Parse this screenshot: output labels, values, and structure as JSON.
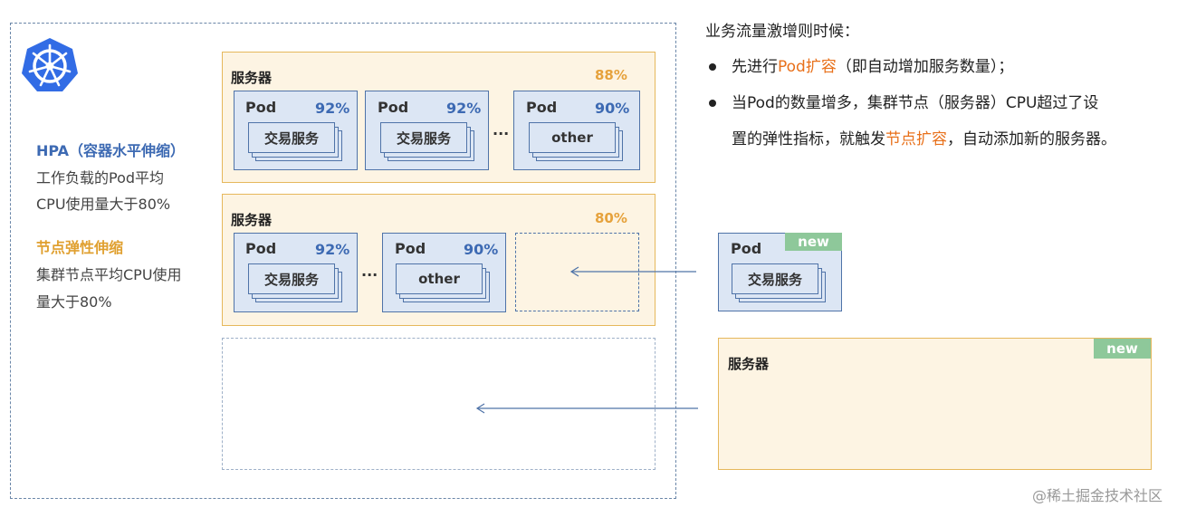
{
  "left_panel": {
    "hpa_title": "HPA（容器水平伸缩）",
    "hpa_line1": "工作负载的Pod平均",
    "hpa_line2": "CPU使用量大于80%",
    "node_title": "节点弹性伸缩",
    "node_line1": "集群节点平均CPU使用",
    "node_line2": "量大于80%"
  },
  "server1": {
    "title": "服务器",
    "usage": "88%",
    "pods": [
      {
        "label": "Pod",
        "cpu": "92%",
        "service": "交易服务"
      },
      {
        "label": "Pod",
        "cpu": "92%",
        "service": "交易服务"
      },
      {
        "label": "Pod",
        "cpu": "90%",
        "service": "other"
      }
    ],
    "ellipsis": "···"
  },
  "server2": {
    "title": "服务器",
    "usage": "80%",
    "pods": [
      {
        "label": "Pod",
        "cpu": "92%",
        "service": "交易服务"
      },
      {
        "label": "Pod",
        "cpu": "90%",
        "service": "other"
      }
    ],
    "ellipsis": "···"
  },
  "new_pod": {
    "label": "Pod",
    "badge": "new",
    "service": "交易服务"
  },
  "new_server": {
    "title": "服务器",
    "badge": "new"
  },
  "right_text": {
    "heading": "业务流量激增则时候：",
    "b1_pre": "先进行",
    "b1_hl": "Pod扩容",
    "b1_post": "（即自动增加服务数量）；",
    "b2_line1": "当Pod的数量增多，集群节点（服务器）CPU超过了设",
    "b2_pre": "置的弹性指标，就触发",
    "b2_hl": "节点扩容",
    "b2_post": "，自动添加新的服务器。"
  },
  "watermark": "@稀土掘金技术社区",
  "colors": {
    "pod_fill": "#dce6f4",
    "pod_border": "#4f73a8",
    "server_fill": "#fdf4e3",
    "server_border": "#e6b85c",
    "usage": "#e6a23c",
    "highlight": "#e8701a",
    "hpa": "#3d6ab3",
    "new_badge": "#8ec89a"
  }
}
